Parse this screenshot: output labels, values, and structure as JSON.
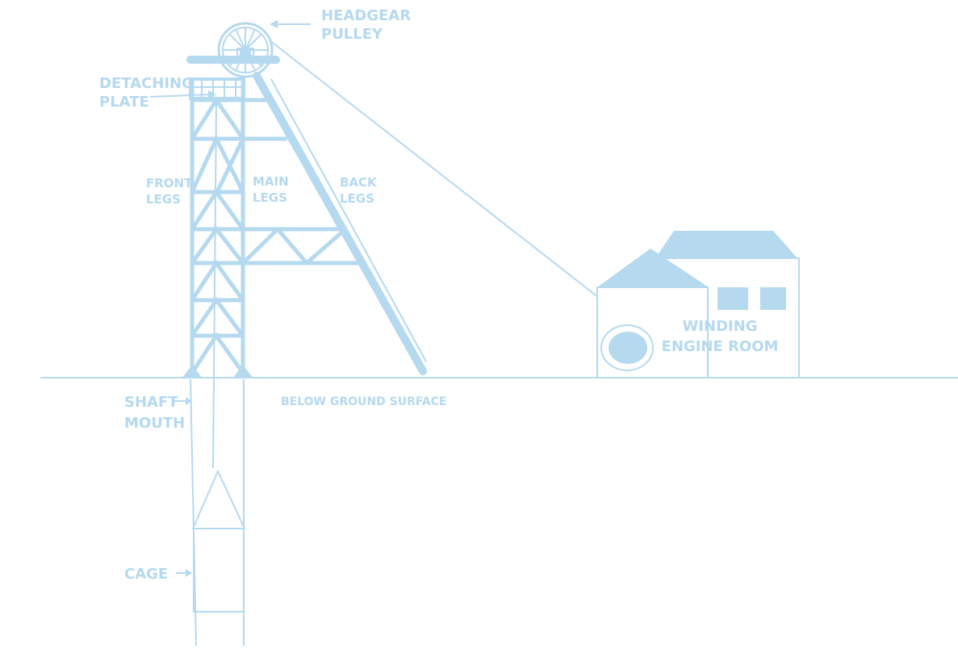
{
  "diagram": {
    "colors": {
      "line": "#b5d9ef",
      "background": "#ffffff"
    },
    "labels": {
      "headgear_pulley": [
        "HEADGEAR",
        "PULLEY"
      ],
      "detaching_plate": [
        "DETACHING",
        "PLATE"
      ],
      "front_legs": [
        "FRONT",
        "LEGS"
      ],
      "main_legs": [
        "MAIN",
        "LEGS"
      ],
      "back_legs": [
        "BACK",
        "LEGS"
      ],
      "winding_engine_room": [
        "WINDING",
        "ENGINE ROOM"
      ],
      "shaft_mouth": [
        "SHAFT",
        "MOUTH"
      ],
      "below_ground_surface": "BELOW GROUND SURFACE",
      "cage": "CAGE"
    }
  }
}
